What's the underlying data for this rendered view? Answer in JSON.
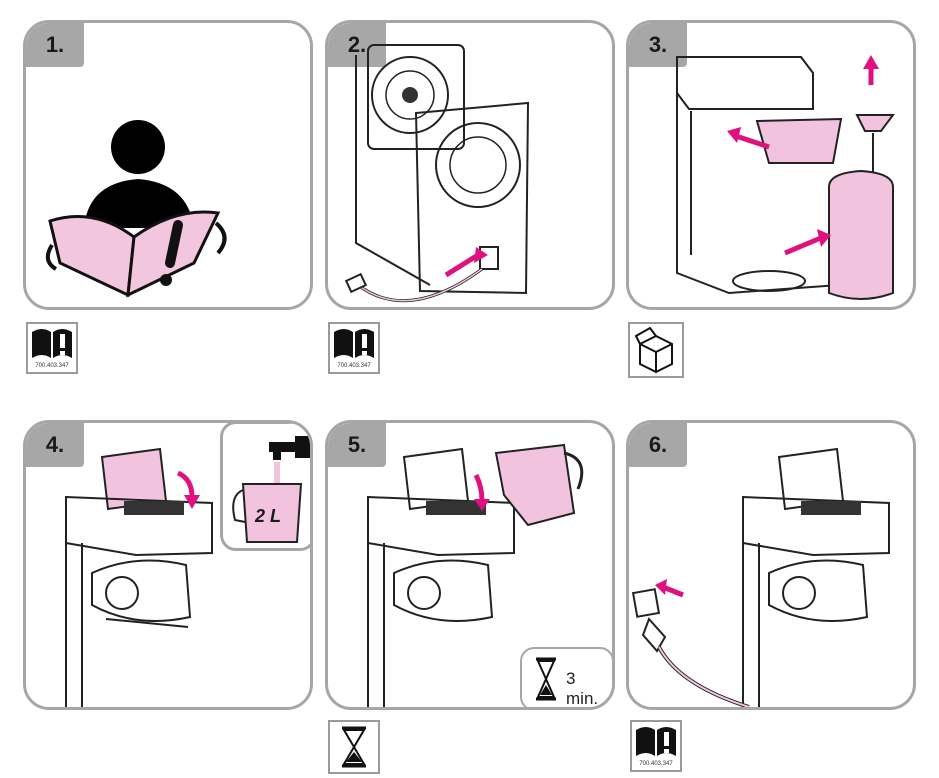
{
  "steps": [
    {
      "number": "1."
    },
    {
      "number": "2."
    },
    {
      "number": "3."
    },
    {
      "number": "4."
    },
    {
      "number": "5."
    },
    {
      "number": "6."
    }
  ],
  "manual_code": "700.403.347",
  "water_amount": "2 L",
  "wait_time": "3 min.",
  "icons": {
    "manual": "manual-book-icon",
    "unpack": "box-icon",
    "timer": "hourglass-icon"
  },
  "colors": {
    "accent": "#e0117e",
    "pink_fill": "#f2c3df",
    "frame_gray": "#a6a6a6"
  }
}
